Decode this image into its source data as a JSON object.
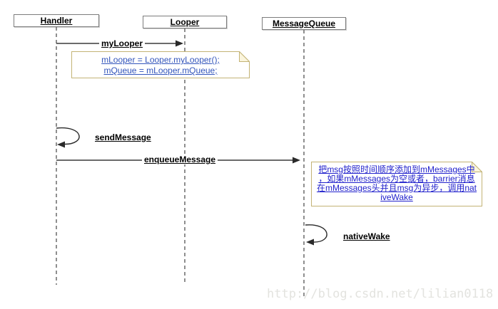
{
  "diagram": {
    "type": "uml-sequence",
    "participants": [
      {
        "name": "Handler"
      },
      {
        "name": "Looper"
      },
      {
        "name": "MessageQueue"
      }
    ],
    "messages": [
      {
        "label": "myLooper",
        "from": "Handler",
        "to": "Looper",
        "kind": "call"
      },
      {
        "label": "sendMessage",
        "from": "Handler",
        "to": "Handler",
        "kind": "self-call"
      },
      {
        "label": "enqueueMessage",
        "from": "Handler",
        "to": "MessageQueue",
        "kind": "call"
      },
      {
        "label": "nativeWake",
        "from": "MessageQueue",
        "to": "MessageQueue",
        "kind": "self-call"
      }
    ],
    "notes": [
      {
        "attached_to": "Looper",
        "lines": [
          "mLooper = Looper.myLooper();",
          "mQueue = mLooper.mQueue;"
        ]
      },
      {
        "attached_to": "MessageQueue",
        "lines": [
          "把msg按照时间顺序添加到mMessages中",
          "，如果mMessages为空或者，barrier消息",
          "在mMessages头并且msg为异步，调用nat",
          "iveWake"
        ]
      }
    ],
    "watermark": "http://blog.csdn.net/lilian0118"
  },
  "colors": {
    "background": "#ffffff",
    "box_border": "#7d7d7d",
    "lifeline": "#8f8f8f",
    "arrow": "#3a3a3a",
    "label_text": "#000000",
    "note_border": "#c3b375",
    "note_fold_fill": "#fbf5dd",
    "note1_text": "#3355bb",
    "note2_text": "#2222cc",
    "watermark": "#e3e3df"
  }
}
